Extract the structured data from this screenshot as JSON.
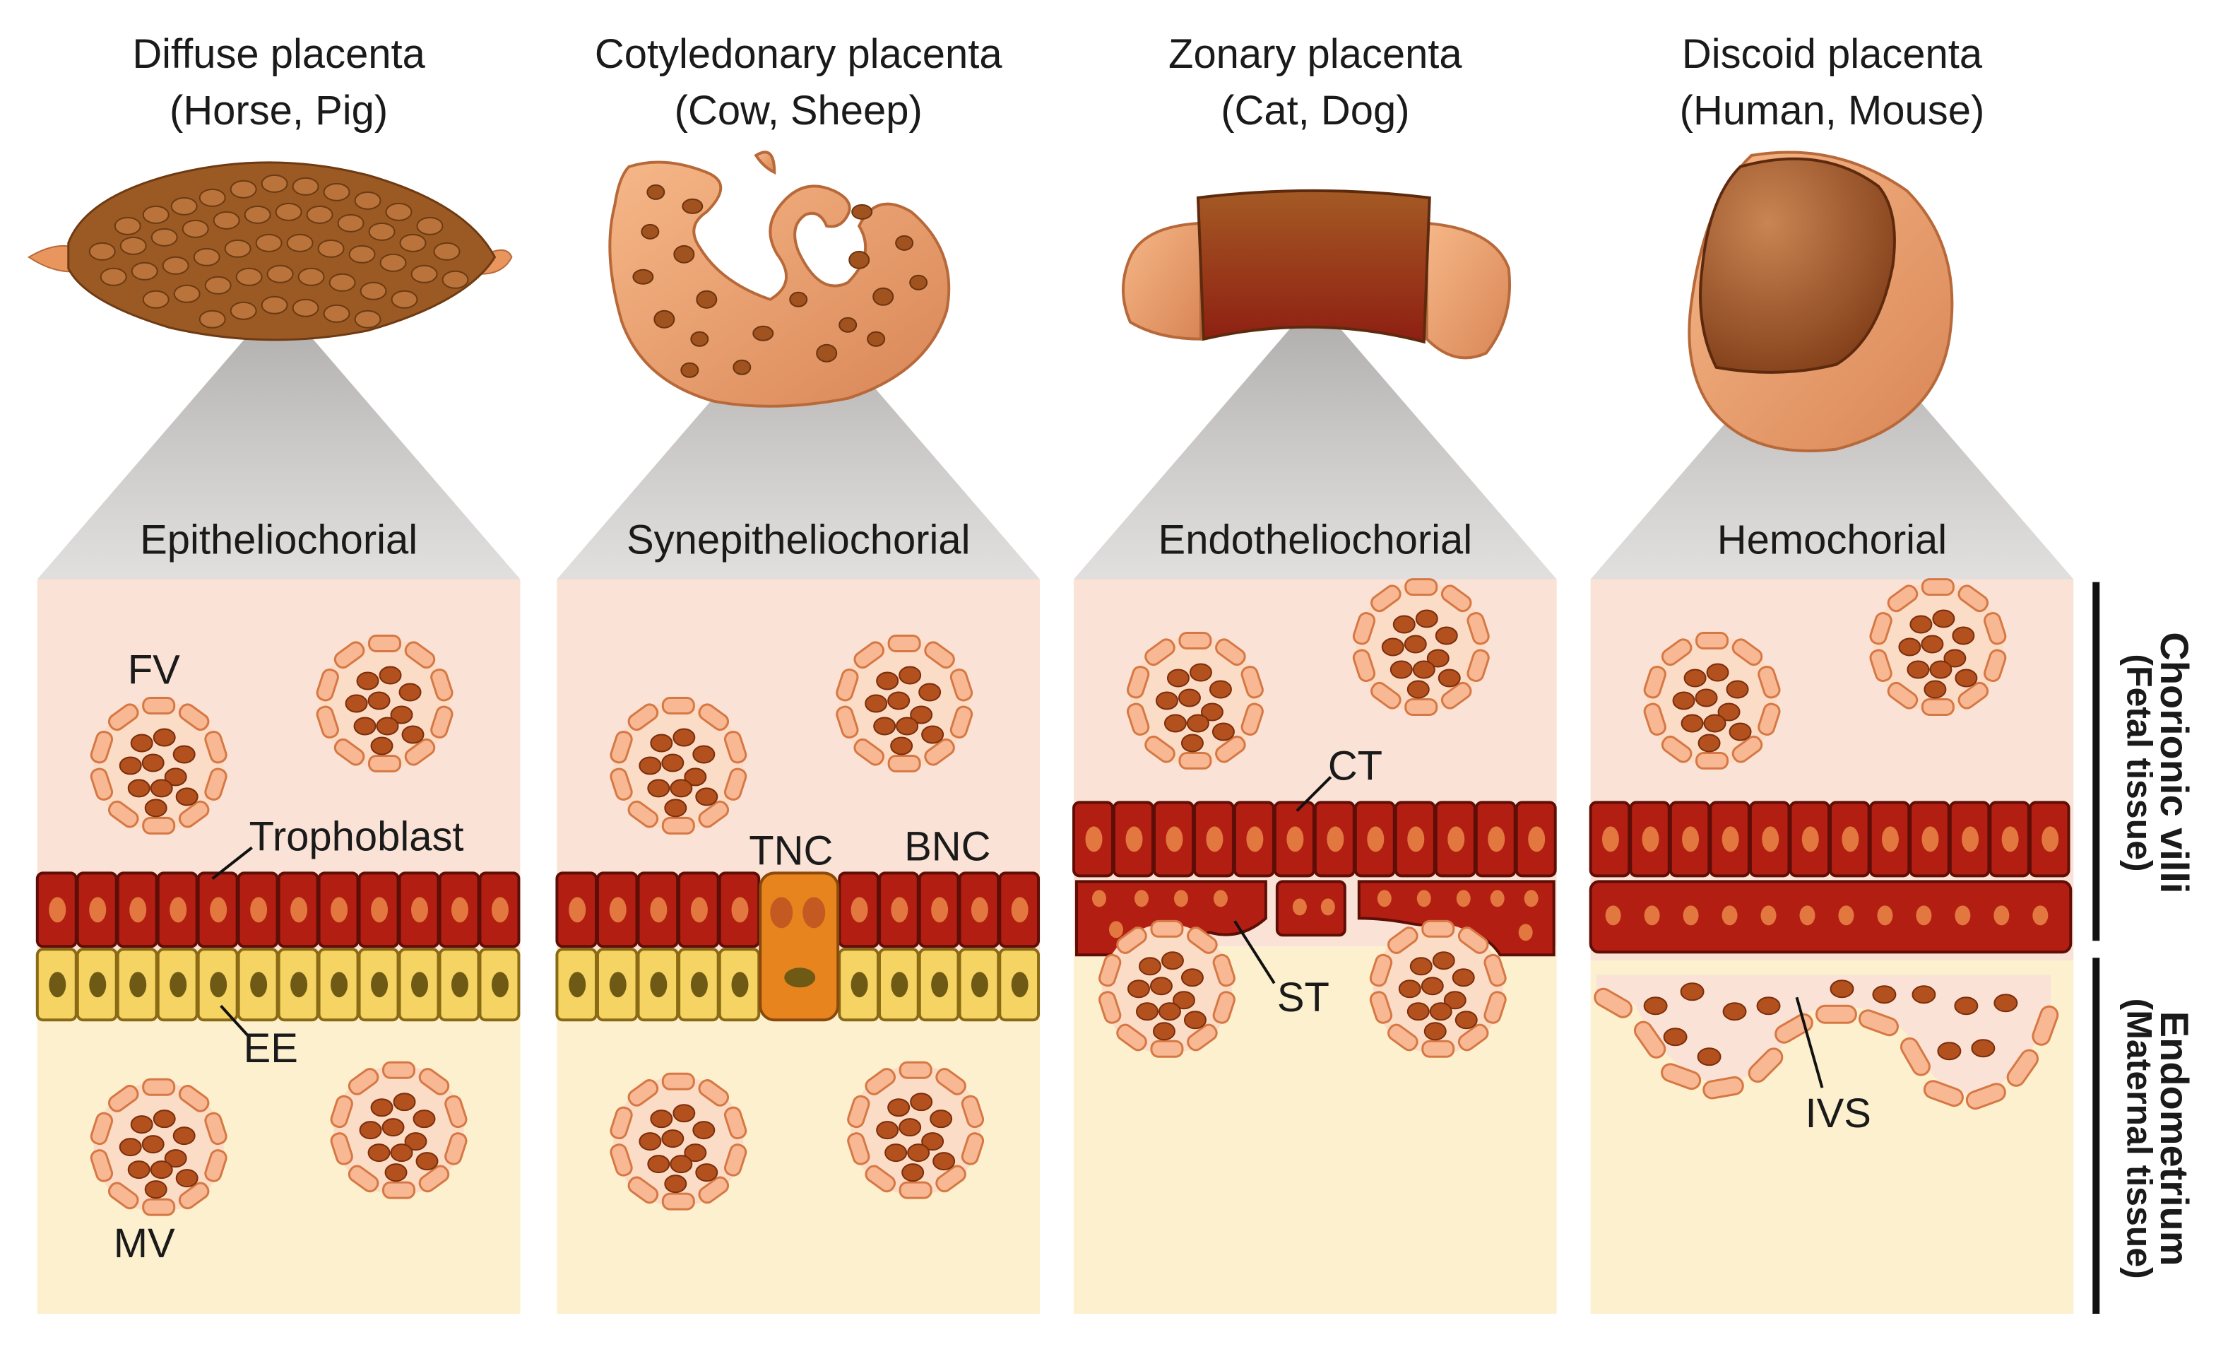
{
  "placentas": [
    {
      "id": "diffuse",
      "title": "Diffuse placenta",
      "species": "(Horse, Pig)",
      "interface_type": "Epitheliochorial",
      "labels": {
        "fv": "FV",
        "trophoblast": "Trophoblast",
        "ee": "EE",
        "mv": "MV"
      }
    },
    {
      "id": "cotyledonary",
      "title": "Cotyledonary placenta",
      "species": "(Cow, Sheep)",
      "interface_type": "Synepitheliochorial",
      "labels": {
        "tnc": "TNC",
        "bnc": "BNC"
      }
    },
    {
      "id": "zonary",
      "title": "Zonary placenta",
      "species": "(Cat, Dog)",
      "interface_type": "Endotheliochorial",
      "labels": {
        "ct": "CT",
        "st": "ST"
      }
    },
    {
      "id": "discoid",
      "title": "Discoid placenta",
      "species": "(Human, Mouse)",
      "interface_type": "Hemochorial",
      "labels": {
        "ivs": "IVS"
      }
    }
  ],
  "side_labels": {
    "fetal": {
      "line1": "Chorionic villi",
      "line2": "(Fetal tissue)"
    },
    "maternal": {
      "line1": "Endometrium",
      "line2": "(Maternal tissue)"
    }
  },
  "colors": {
    "fetal_bg": "#fae3d6",
    "maternal_bg": "#fdf0cf",
    "trophoblast": "#b31e12",
    "trophoblast_nucleus": "#e2773f",
    "epithelium": "#f5d463",
    "epithelium_nucleus": "#6e5a14",
    "vessel_cell": "#f7b893",
    "vessel_cell_stroke": "#d67844",
    "blood_cell": "#b2501e",
    "tnc": "#e8841d",
    "organ_tan": "#e39561",
    "organ_dark": "#8a3f16"
  }
}
